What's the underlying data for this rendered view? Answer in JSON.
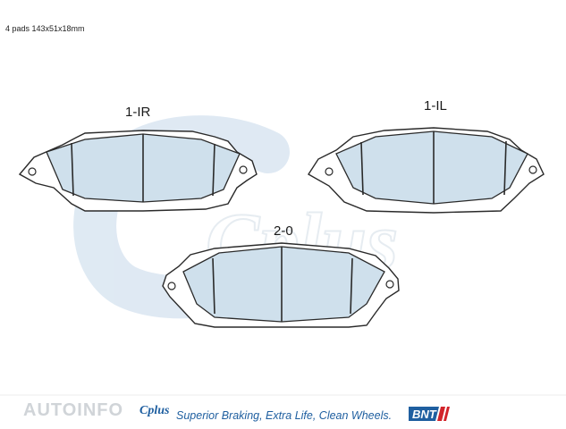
{
  "spec_text": "4 pads 143x51x18mm",
  "pads": [
    {
      "label": "1-IR"
    },
    {
      "label": "1-IL"
    },
    {
      "label": "2-0"
    }
  ],
  "brand": {
    "watermark": "Cplus",
    "tagline": "Superior Braking, Extra Life, Clean Wheels.",
    "footer_logo": "AUTOINFO",
    "small_logo": "Cplus",
    "bnt_logo": "BNT",
    "accent_color": "#1f5fa0",
    "friction_color": "#cfe0ec"
  }
}
